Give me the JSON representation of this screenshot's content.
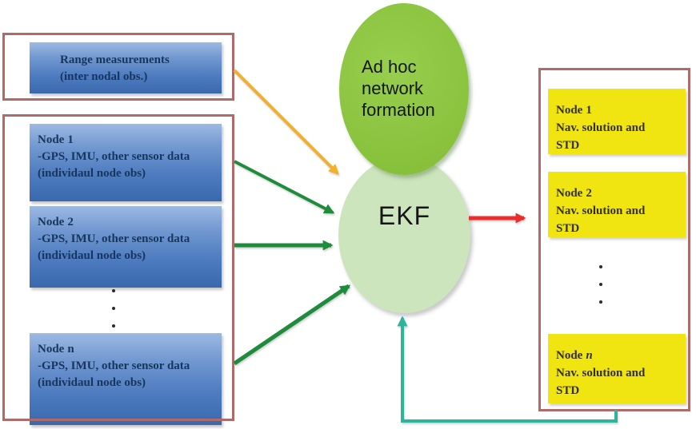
{
  "range_box": {
    "lines": [
      "Range measurements",
      "(inter nodal obs.)"
    ]
  },
  "input_nodes": [
    {
      "title_prefix": "Node",
      "title_suffix": "1",
      "line2": "-GPS, IMU, other sensor data",
      "line3": "(individaul node obs)"
    },
    {
      "title_prefix": "Node",
      "title_suffix": "2",
      "line2": "-GPS, IMU, other sensor data",
      "line3": "(individaul node obs)"
    },
    {
      "title_prefix": "Node",
      "title_suffix": "n",
      "line2": "-GPS, IMU, other sensor data",
      "line3": "(individaul node obs)"
    }
  ],
  "ellipses": {
    "adhoc_lines": [
      "Ad hoc",
      "network",
      "formation"
    ],
    "ekf_label": "EKF"
  },
  "output_nodes": [
    {
      "title_prefix": "Node",
      "title_suffix": "1",
      "line2": "Nav. solution and",
      "line3": "STD"
    },
    {
      "title_prefix": "Node",
      "title_suffix": "2",
      "line2": "Nav. solution and",
      "line3": "STD"
    },
    {
      "title_prefix": "Node",
      "title_suffix": "n",
      "line2": "Nav. solution and",
      "line3": "STD"
    }
  ],
  "colors": {
    "frame_border": "#b16a6a",
    "blue_box_top": "#9db9e3",
    "blue_box_bottom": "#3a68ad",
    "blue_text": "#17365d",
    "yellow_box": "#f0e511",
    "adhoc_ellipse_green": "#8cc63f",
    "ekf_ellipse_green": "#cde5bc",
    "arrow_yellow": "#f3b02a",
    "arrow_green": "#1e8c3c",
    "arrow_red": "#ec2d2d",
    "arrow_teal": "#2eb49c"
  }
}
